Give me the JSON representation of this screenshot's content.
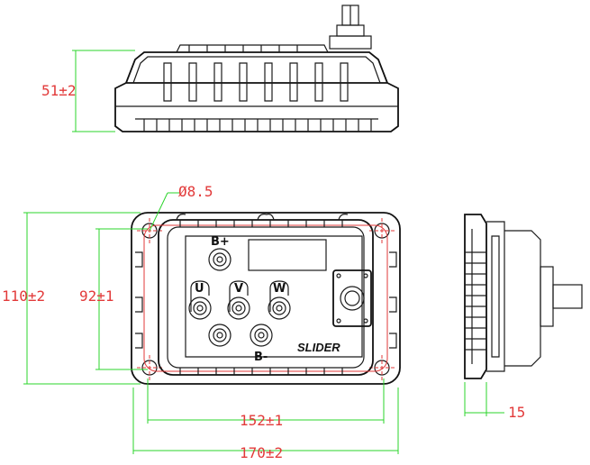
{
  "dimensions": {
    "height": "51±2",
    "hole_diameter": "Ø8.5",
    "overall_height": "110±2",
    "inner_height": "92±1",
    "inner_width": "152±1",
    "overall_width": "170±2",
    "side_depth": "15"
  },
  "terminals": {
    "b_plus": "B+",
    "u": "U",
    "v": "V",
    "w": "W",
    "b_minus": "B-"
  },
  "brand": "SLIDER",
  "colors": {
    "outline": "#1b1b1b",
    "dimension_line": "#2bd42b",
    "dimension_text": "#e23a3a"
  }
}
